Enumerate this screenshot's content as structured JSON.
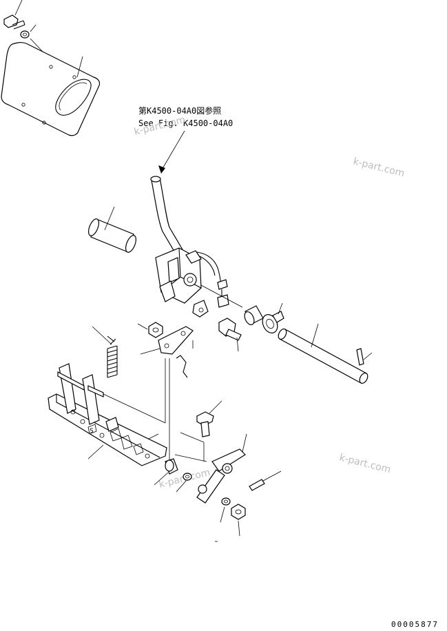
{
  "references": {
    "line1": "第K4500-04A0図参照",
    "line2": "See Fig. K4500-04A0"
  },
  "watermarks": {
    "mark1": "k-part.com",
    "mark2": "k-part.com",
    "mark3": "k-part.com",
    "mark4": "k-part.com"
  },
  "drawing_number": "00005877",
  "colors": {
    "line": "#000000",
    "watermark": "#bdbdbd",
    "background": "#ffffff"
  }
}
